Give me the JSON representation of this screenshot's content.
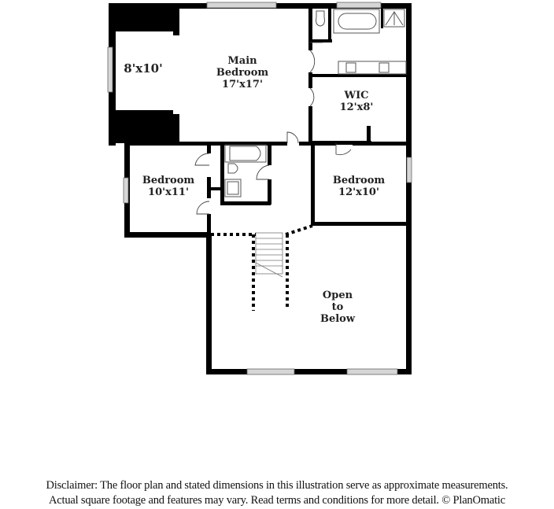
{
  "rooms": {
    "sitting": {
      "name": "",
      "dimensions": "8'x10'"
    },
    "main_bedroom": {
      "name_line1": "Main",
      "name_line2": "Bedroom",
      "dimensions": "17'x17'"
    },
    "wic": {
      "name": "WIC",
      "dimensions": "12'x8'"
    },
    "bedroom_left": {
      "name": "Bedroom",
      "dimensions": "10'x11'"
    },
    "bedroom_right": {
      "name": "Bedroom",
      "dimensions": "12'x10'"
    },
    "open_below": {
      "line1": "Open",
      "line2": "to",
      "line3": "Below"
    }
  },
  "colors": {
    "wall": "#000000",
    "window": "#cfcfcf",
    "fixture": "#555555",
    "background": "#ffffff"
  },
  "disclaimer": {
    "line1": "Disclaimer: The floor plan and stated dimensions in this illustration serve as approximate measurements.",
    "line2": "Actual square footage and features may vary. Read terms and conditions for more detail. © PlanOmatic"
  }
}
